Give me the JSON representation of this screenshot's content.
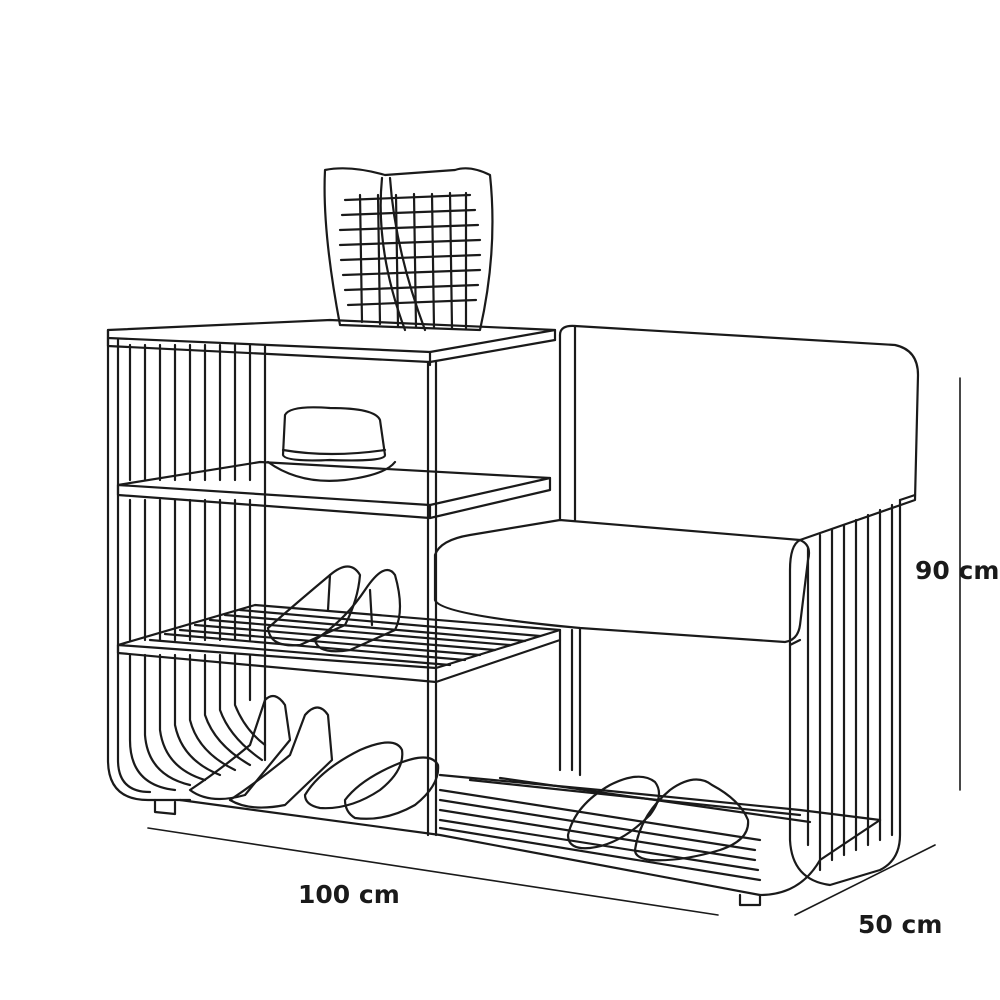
{
  "product": {
    "name": "shoe-storage-bench-with-shelves",
    "items_shown": [
      "tote-bag",
      "hat",
      "high-heel-shoes",
      "ballet-flats",
      "slippers",
      "cushion"
    ]
  },
  "dimensions": {
    "width_label": "100 cm",
    "height_label": "90 cm",
    "depth_label": "50 cm"
  },
  "colors": {
    "line": "#1a1a1a",
    "background": "#ffffff"
  }
}
